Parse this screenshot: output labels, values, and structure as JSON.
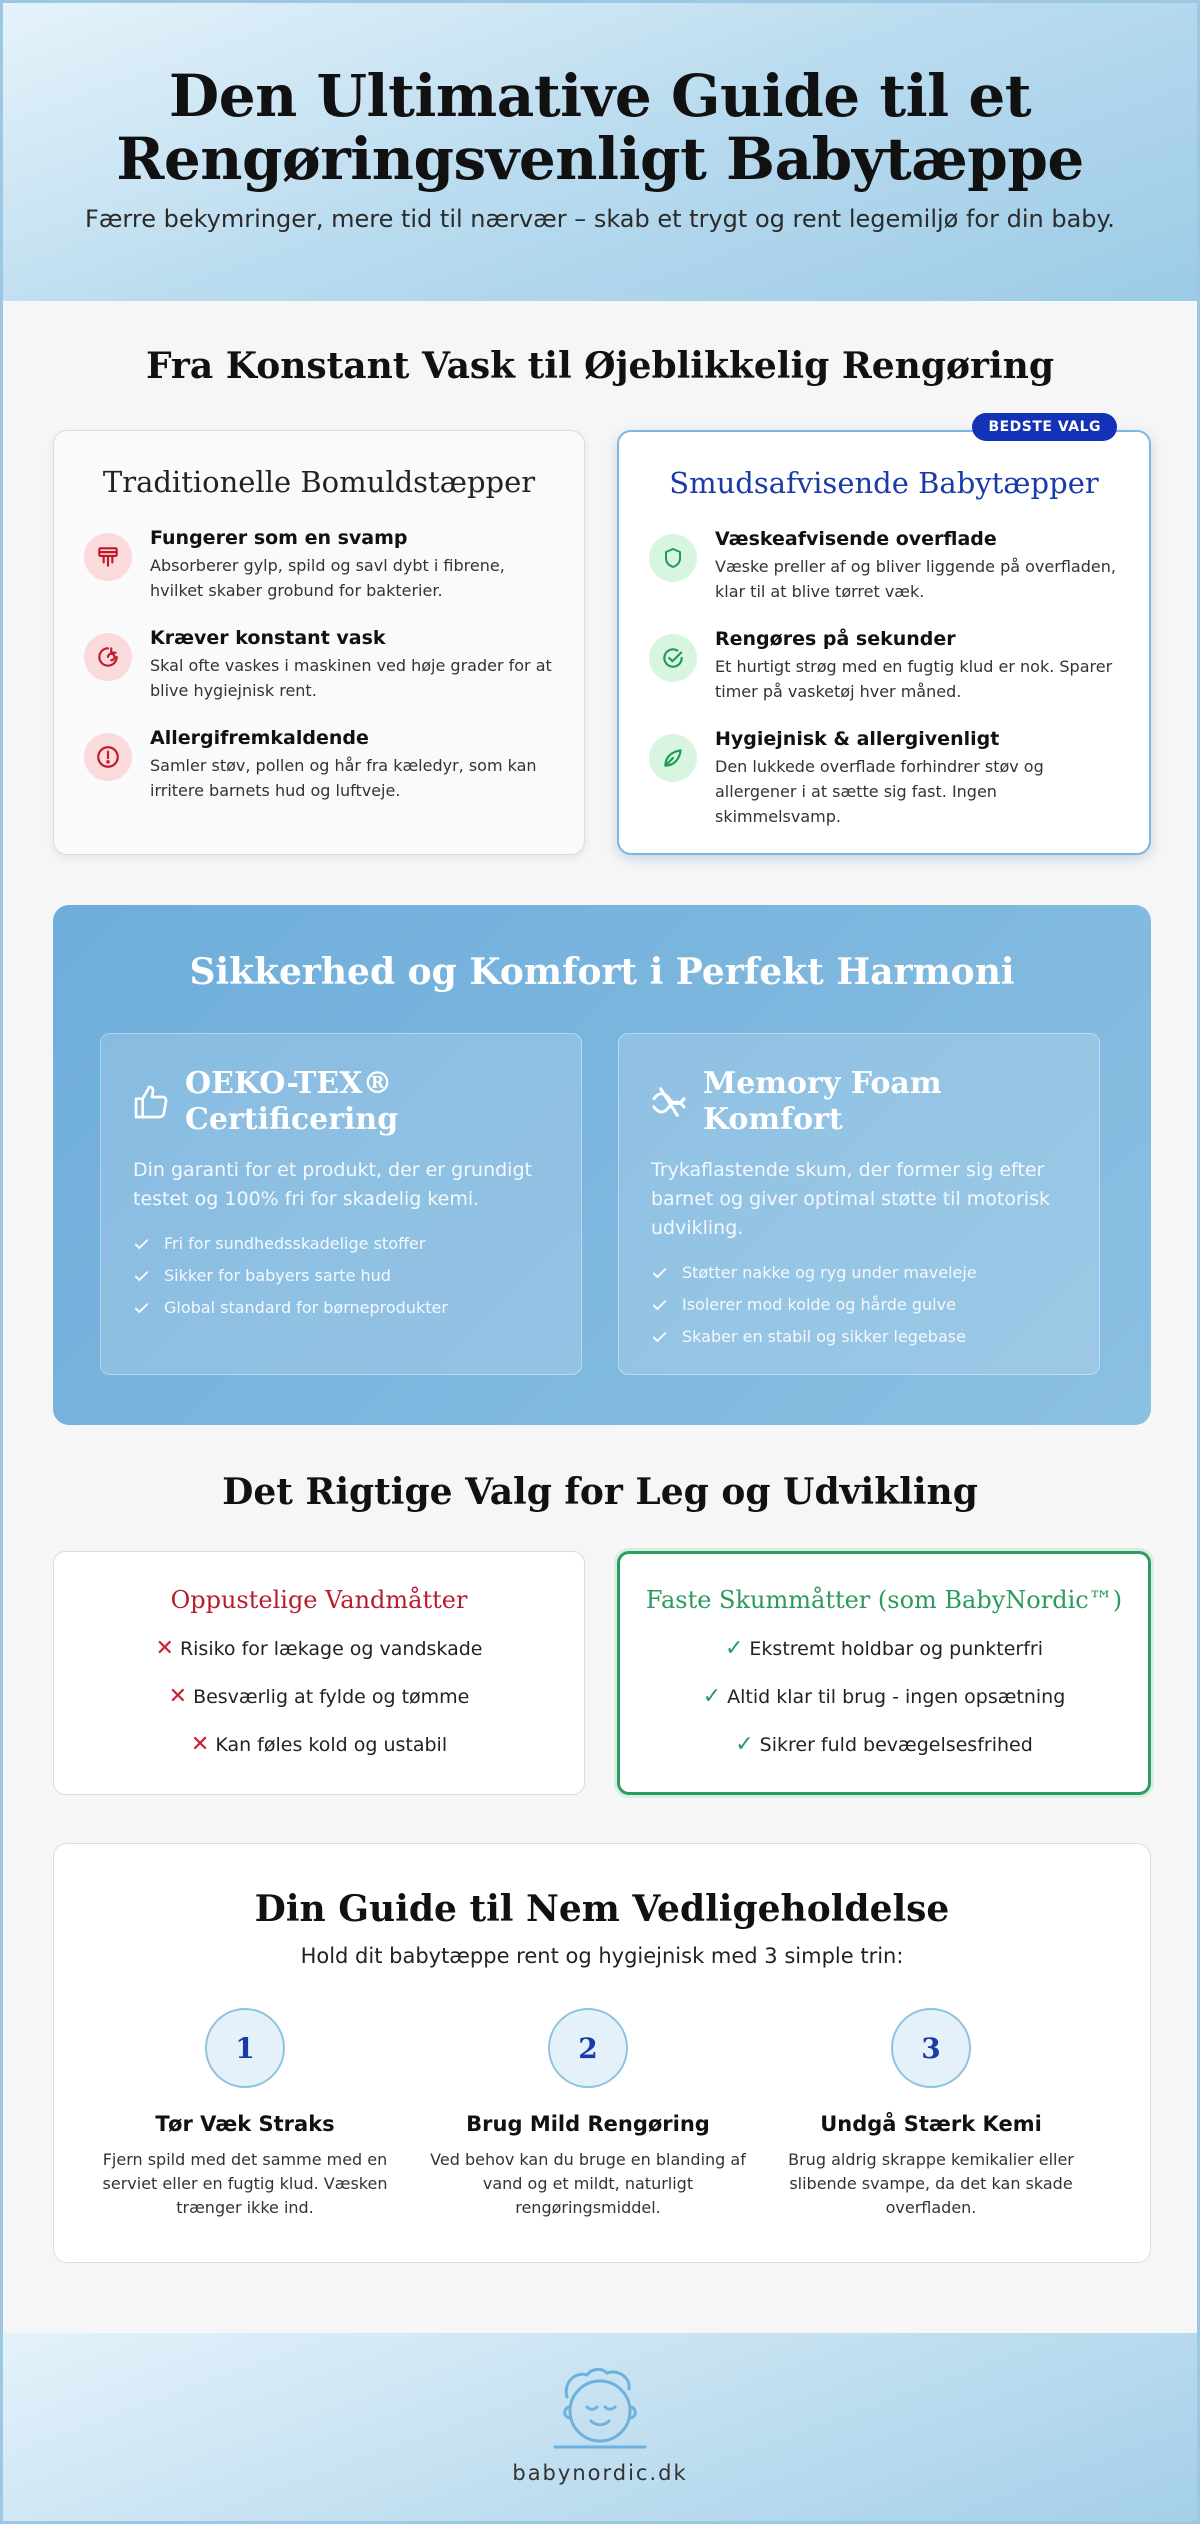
{
  "header": {
    "title_line1": "Den Ultimative Guide til et",
    "title_line2": "Rengøringsvenligt Babytæppe",
    "tagline": "Færre bekymringer, mere tid til nærvær – skab et trygt og rent legemiljø for din baby."
  },
  "compare": {
    "title": "Fra Konstant Vask til Øjeblikkelig Rengøring",
    "traditional": {
      "title": "Traditionelle Bomuldstæpper",
      "items": [
        {
          "icon": "sponge-icon",
          "title": "Fungerer som en svamp",
          "desc": "Absorberer gylp, spild og savl dybt i fibrene, hvilket skaber grobund for bakterier."
        },
        {
          "icon": "washing-icon",
          "title": "Kræver konstant vask",
          "desc": "Skal ofte vaskes i maskinen ved høje grader for at blive hygiejnisk rent."
        },
        {
          "icon": "alert-icon",
          "title": "Allergifremkaldende",
          "desc": "Samler støv, pollen og hår fra kæledyr, som kan irritere barnets hud og luftveje."
        }
      ]
    },
    "spillproof": {
      "badge": "BEDSTE VALG",
      "title": "Smudsafvisende Babytæpper",
      "items": [
        {
          "icon": "shield-icon",
          "title": "Væskeafvisende overflade",
          "desc": "Væske preller af og bliver liggende på overfladen, klar til at blive tørret væk."
        },
        {
          "icon": "check-circle-icon",
          "title": "Rengøres på sekunder",
          "desc": "Et hurtigt strøg med en fugtig klud er nok. Sparer timer på vasketøj hver måned."
        },
        {
          "icon": "leaf-icon",
          "title": "Hygiejnisk & allergivenligt",
          "desc": "Den lukkede overflade forhindrer støv og allergener i at sætte sig fast. Ingen skimmelsvamp."
        }
      ]
    }
  },
  "safety": {
    "title": "Sikkerhed og Komfort i Perfekt Harmoni",
    "panels": [
      {
        "icon": "thumbs-up-icon",
        "title_line1": "OEKO-TEX®",
        "title_line2": "Certificering",
        "desc": "Din garanti for et produkt, der er grundigt testet og 100% fri for skadelig kemi.",
        "bullets": [
          "Fri for sundhedsskadelige stoffer",
          "Sikker for babyers sarte hud",
          "Global standard for børneprodukter"
        ]
      },
      {
        "icon": "foam-icon",
        "title_line1": "Memory Foam",
        "title_line2": "Komfort",
        "desc": "Trykaflastende skum, der former sig efter barnet og giver optimal støtte til motorisk udvikling.",
        "bullets": [
          "Støtter nakke og ryg under maveleje",
          "Isolerer mod kolde og hårde gulve",
          "Skaber en stabil og sikker legebase"
        ]
      }
    ]
  },
  "play": {
    "title": "Det Rigtige Valg for Leg og Udvikling",
    "bad": {
      "title": "Oppustelige Vandmåtter",
      "mark": "✕",
      "items": [
        "Risiko for lækage og vandskade",
        "Besværlig at fylde og tømme",
        "Kan føles kold og ustabil"
      ]
    },
    "good": {
      "title": "Faste Skummåtter (som BabyNordic™)",
      "mark": "✓",
      "items": [
        "Ekstremt holdbar og punkterfri",
        "Altid klar til brug - ingen opsætning",
        "Sikrer fuld bevægelsesfrihed"
      ]
    }
  },
  "maintenance": {
    "title": "Din Guide til Nem Vedligeholdelse",
    "subtitle": "Hold dit babytæppe rent og hygiejnisk med 3 simple trin:",
    "steps": [
      {
        "num": "1",
        "title": "Tør Væk Straks",
        "desc": "Fjern spild med det samme med en serviet eller en fugtig klud. Væsken trænger ikke ind."
      },
      {
        "num": "2",
        "title": "Brug Mild Rengøring",
        "desc": "Ved behov kan du bruge en blanding af vand og et mildt, naturligt rengøringsmiddel."
      },
      {
        "num": "3",
        "title": "Undgå Stærk Kemi",
        "desc": "Brug aldrig skrappe kemikalier eller slibende svampe, da det kan skade overfladen."
      }
    ]
  },
  "footer": {
    "logo_icon": "baby-face-icon",
    "site": "babynordic.dk"
  },
  "colors": {
    "accent_blue": "#1332b8",
    "negative_red": "#c0192c",
    "positive_green": "#2a9a5e",
    "panel_blue": "#6eaddb"
  }
}
